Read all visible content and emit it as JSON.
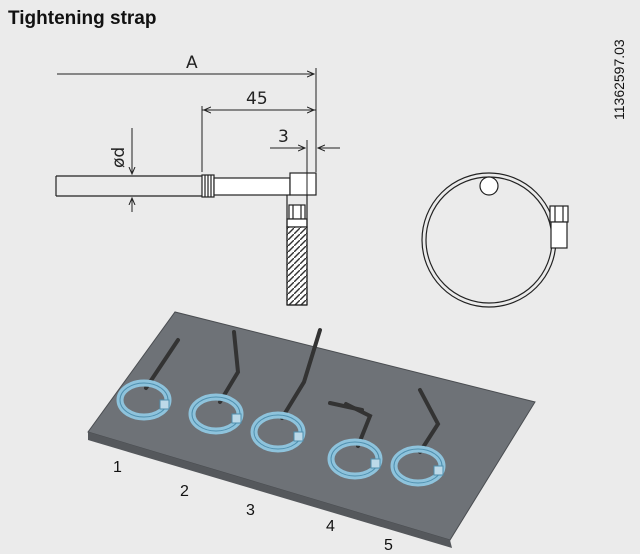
{
  "title": "Tightening strap",
  "doc_id": "11362597.03",
  "dimensions": {
    "overall_length": "A",
    "length_45": "45",
    "length_3": "3",
    "diameter": "ød"
  },
  "variants": [
    {
      "label": "1",
      "bend": "straight"
    },
    {
      "label": "2",
      "bend": "angled"
    },
    {
      "label": "3",
      "bend": "angled"
    },
    {
      "label": "4",
      "bend": "right-angle"
    },
    {
      "label": "5",
      "bend": "angled"
    }
  ],
  "colors": {
    "background": "#ebebeb",
    "plate": "#6e7277",
    "strap": "#8ec3dc",
    "line": "#222222"
  }
}
